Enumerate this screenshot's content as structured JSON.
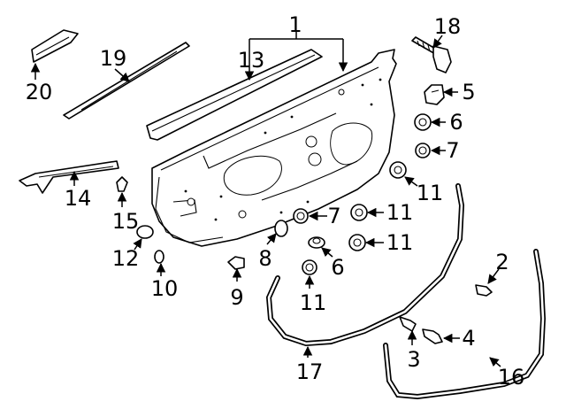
{
  "callouts": {
    "c1": "1",
    "c2": "2",
    "c3": "3",
    "c4": "4",
    "c5": "5",
    "c6a": "6",
    "c6b": "6",
    "c7a": "7",
    "c7b": "7",
    "c8": "8",
    "c9": "9",
    "c10": "10",
    "c11a": "11",
    "c11b": "11",
    "c11c": "11",
    "c11d": "11",
    "c12": "12",
    "c13": "13",
    "c14": "14",
    "c15": "15",
    "c16": "16",
    "c17": "17",
    "c18": "18",
    "c19": "19",
    "c20": "20"
  }
}
